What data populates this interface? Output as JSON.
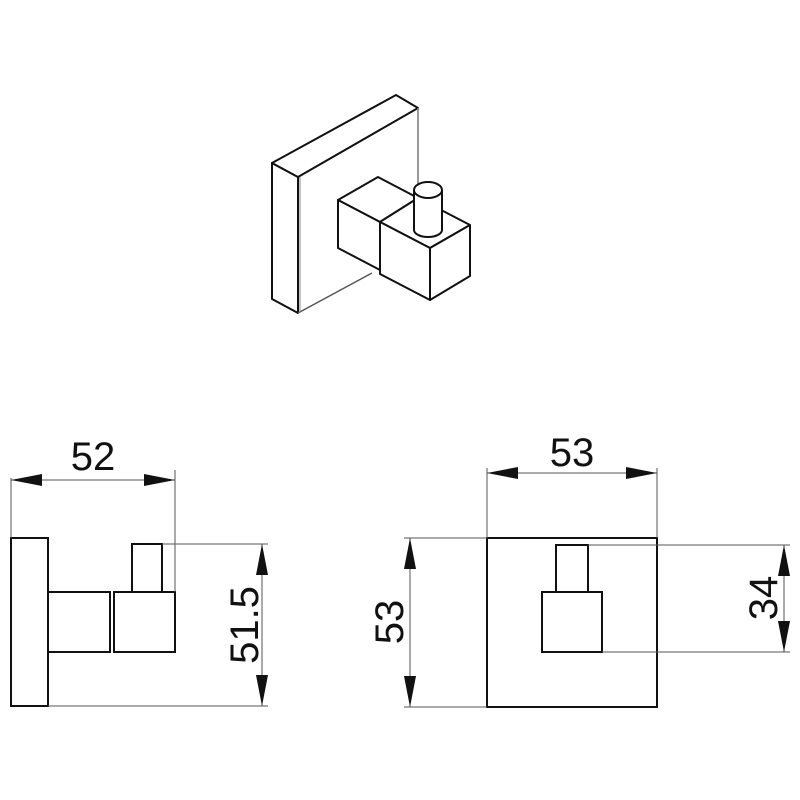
{
  "diagram": {
    "subject": "Square wall hook",
    "views": [
      "isometric",
      "side",
      "front"
    ],
    "side_view": {
      "width_label": "52",
      "height_label": "51.5"
    },
    "front_view": {
      "width_label": "53",
      "height_label": "53",
      "hook_height_label": "34"
    },
    "colors": {
      "line": "#111111",
      "dim_line": "#555555",
      "background": "#ffffff"
    }
  }
}
